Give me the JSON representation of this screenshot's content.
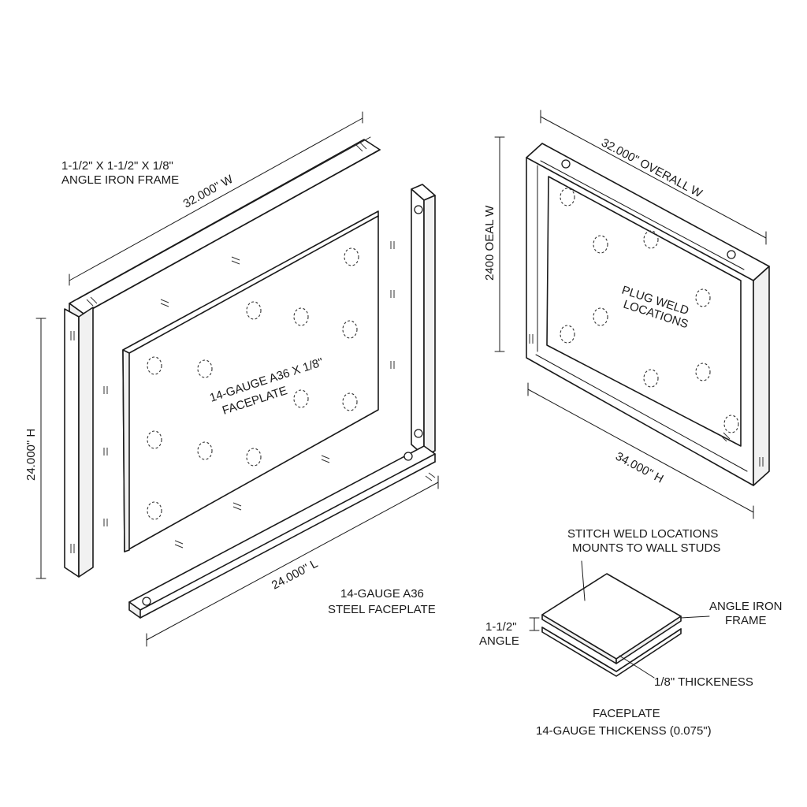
{
  "labels": {
    "frame_spec_line1": "1-1/2\" X 1-1/2\" X 1/8\"",
    "frame_spec_line2": "ANGLE IRON FRAME",
    "top_dim": "32.000\" W",
    "left_dim": "24.000\" H",
    "bottom_dim": "24.000\" L",
    "plate_line1": "14-GAUGE A36 X 1/8\"",
    "plate_line2": "FACEPLATE",
    "steel_line1": "14-GAUGE A36",
    "steel_line2": "STEEL FACEPLATE",
    "assy_top_dim": "32.000\" OVERALL W",
    "assy_left_dim": "2400 OEAL W",
    "assy_bottom_dim": "34.000\" H",
    "plug_line1": "PLUG WELD",
    "plug_line2": "LOCATIONS",
    "stitch_line1": "STITCH WELD LOCATIONS",
    "stitch_line2": "MOUNTS TO WALL STUDS",
    "angle_iron_line1": "ANGLE IRON",
    "angle_iron_line2": "FRAME",
    "angle_size_line1": "1-1/2\"",
    "angle_size_line2": "ANGLE",
    "thickness": "1/8\" THICKENESS",
    "faceplate_line1": "FACEPLATE",
    "faceplate_line2": "14-GAUGE THICKENSS (0.075\")"
  }
}
